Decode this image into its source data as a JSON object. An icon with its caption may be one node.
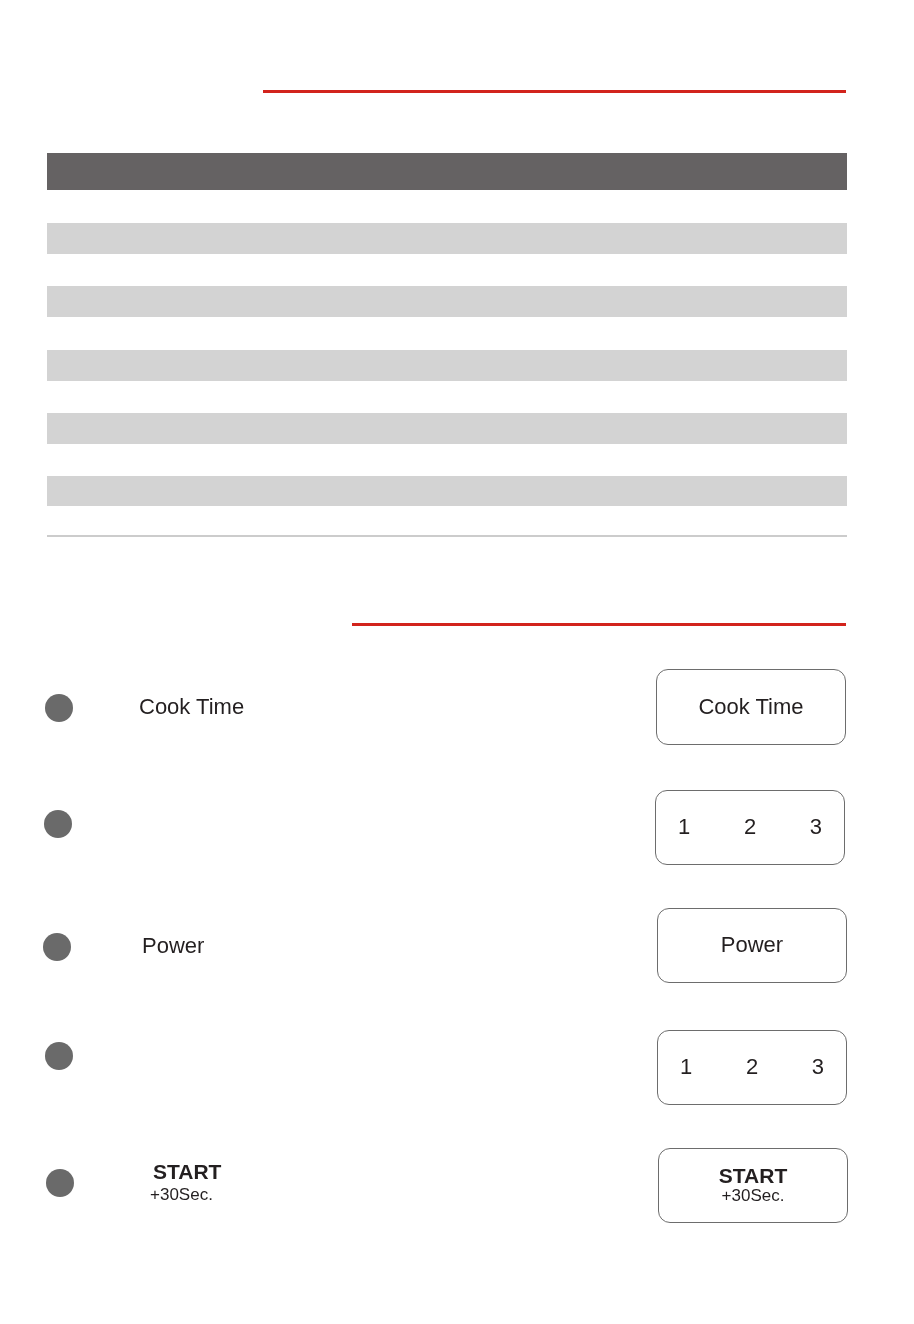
{
  "diagram": {
    "nodes": [
      {
        "text": [
          "Cook Time"
        ]
      },
      {
        "text": [
          "1",
          "2",
          "3"
        ]
      },
      {
        "text": [
          "Power"
        ]
      },
      {
        "text": [
          "1",
          "2",
          "3"
        ]
      },
      {
        "text": [
          "START",
          "+30Sec."
        ]
      }
    ],
    "labels": [
      "Cook Time",
      "Power",
      "START",
      "+30Sec."
    ]
  }
}
